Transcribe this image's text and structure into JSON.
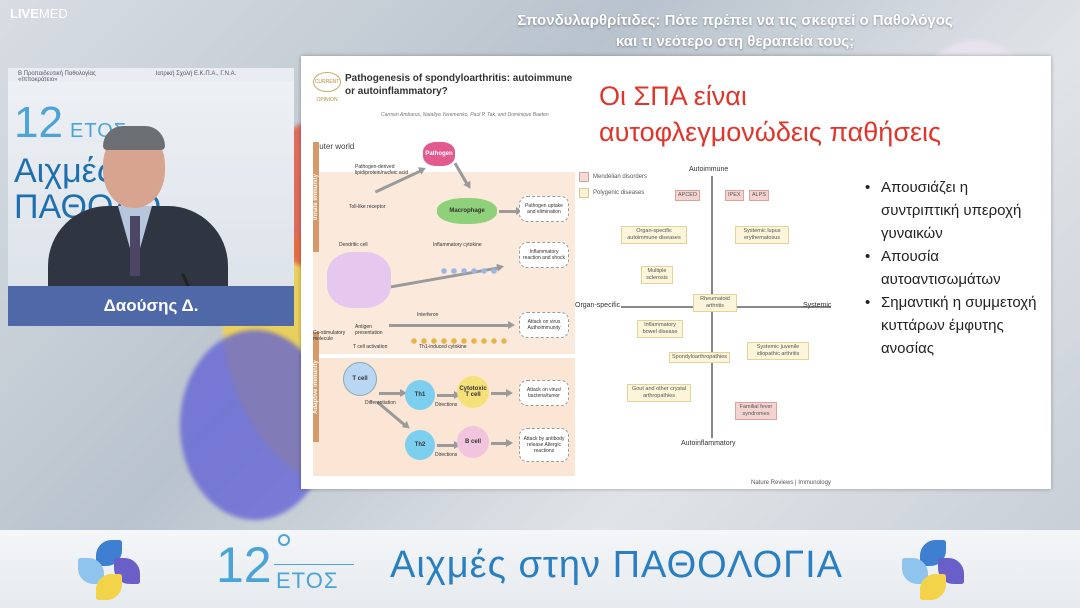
{
  "broadcast": {
    "brand_bold": "LIVE",
    "brand_light": "MED",
    "topic_line1": "Σπονδυλαρθρίτιδες: Πότε πρέπει να τις σκεφτεί ο Παθολόγος",
    "topic_line2": "και τι νεότερο στη θεραπεία τους;"
  },
  "speaker": {
    "name": "Δαούσης Δ.",
    "backdrop": {
      "strip_left": "Β Προπαιδευτική Παθολογίας",
      "strip_right": "Ιατρική Σχολή Ε.Κ.Π.Α., Γ.Ν.Α. «Ιπποκράτειο»",
      "number": "12",
      "etos": "ΕΤΟΣ",
      "line1": "Αιχμές σ",
      "line2": "ΠΑΘΟΛΟ"
    }
  },
  "slide": {
    "title_line1": "Οι ΣΠΑ είναι",
    "title_line2": "αυτοφλεγμονώδεις παθήσεις",
    "bullets": [
      "Απουσιάζει η συντριπτική υπεροχή γυναικών",
      "Απουσία αυτοαντισωμάτων",
      "Σημαντική η συμμετοχή κυττάρων έμφυτης ανοσίας"
    ],
    "figure": {
      "logo": "CURRENT OPINION",
      "title": "Pathogenesis of spondyloarthritis: autoimmune or autoinflammatory?",
      "authors": "Carmen Ambarus, Nataliya Yeremenko, Paul P. Tak, and Dominique Baeten",
      "outer_world": "Outer world",
      "innate_label": "Innate immunity",
      "adaptive_label": "Adaptive immunity",
      "cells": {
        "pathogen": "Pathogen",
        "macrophage": "Macrophage",
        "dendritic": "Dendritic cell",
        "tcell": "T cell",
        "th1": "Th1",
        "th2": "Th2",
        "cytotoxic": "Cytotoxic T cell",
        "bcell": "B cell"
      },
      "labels": {
        "pamp": "Pathogen-derived lipid/protein/nucleic acid",
        "tlr": "Toll-like receptor",
        "inflam_cytokine": "Inflammatory cytokine",
        "interferon": "Interferon",
        "costim": "Co-stimulatory molecule",
        "antigen": "Antigen presentation",
        "tactivation": "T cell activation",
        "th1cyt": "Th1-induced cytokine",
        "differentiation": "Differentiation",
        "directions1": "Directions",
        "directions2": "Directions"
      },
      "outcomes": [
        "Pathogen uptake and elimination",
        "Inflammatory reaction and shock",
        "Attack on virus Authoimmunity",
        "Attack on virus/ bacteria/tumor",
        "Attack by antibody release Allergic reactions"
      ]
    },
    "axis_diagram": {
      "legend": [
        "Mendelian disorders",
        "Polygenic diseases"
      ],
      "top": "Autoimmune",
      "bottom": "Autoinflammatory",
      "left": "Organ-specific",
      "right": "Systemic",
      "mendelian_top": [
        "APCED",
        "IPEX",
        "ALPS"
      ],
      "boxes": {
        "organ_specific_ai": "Organ-specific autoimmune diseases",
        "sle": "Systemic lupus erythematosus",
        "ms": "Multiple sclerosis",
        "ra": "Rheumatoid arthritis",
        "ibd": "Inflammatory bowel disease",
        "spa": "Spondyloarthropathies",
        "sjia": "Systemic juvenile idiopathic arthritis",
        "gout": "Gout and other crystal arthropathies",
        "fmf": "Familial fever syndromes"
      },
      "source": "Nature Reviews | Immunology"
    }
  },
  "banner": {
    "number": "12",
    "etos": "ΕΤΟΣ",
    "title": "Αιχμές στην ΠΑΘΟΛΟΓΙΑ"
  },
  "colors": {
    "slide_title": "#e0352b",
    "name_bar": "#4e68a8",
    "brand_blue": "#2a7fc2"
  }
}
